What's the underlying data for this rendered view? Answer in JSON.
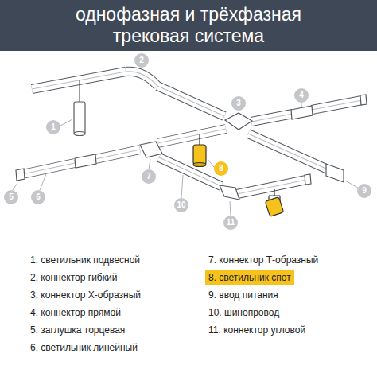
{
  "diagram": {
    "title": "однофазная и трёхфазная трековая система",
    "labels": [
      "1",
      "2",
      "3",
      "4",
      "5",
      "6",
      "7",
      "8",
      "9",
      "10",
      "11",
      "1. светильник подвесной",
      "2. коннектор гибкий",
      "3. коннектор X-образный",
      "4. коннектор прямой",
      "5. заглушка торцевая",
      "6. светильник линейный",
      "7. коннектор Т-образный",
      "8. светильник спот",
      "9. ввод питания",
      "10. шинопровод",
      "11. коннектор угловой"
    ]
  }
}
